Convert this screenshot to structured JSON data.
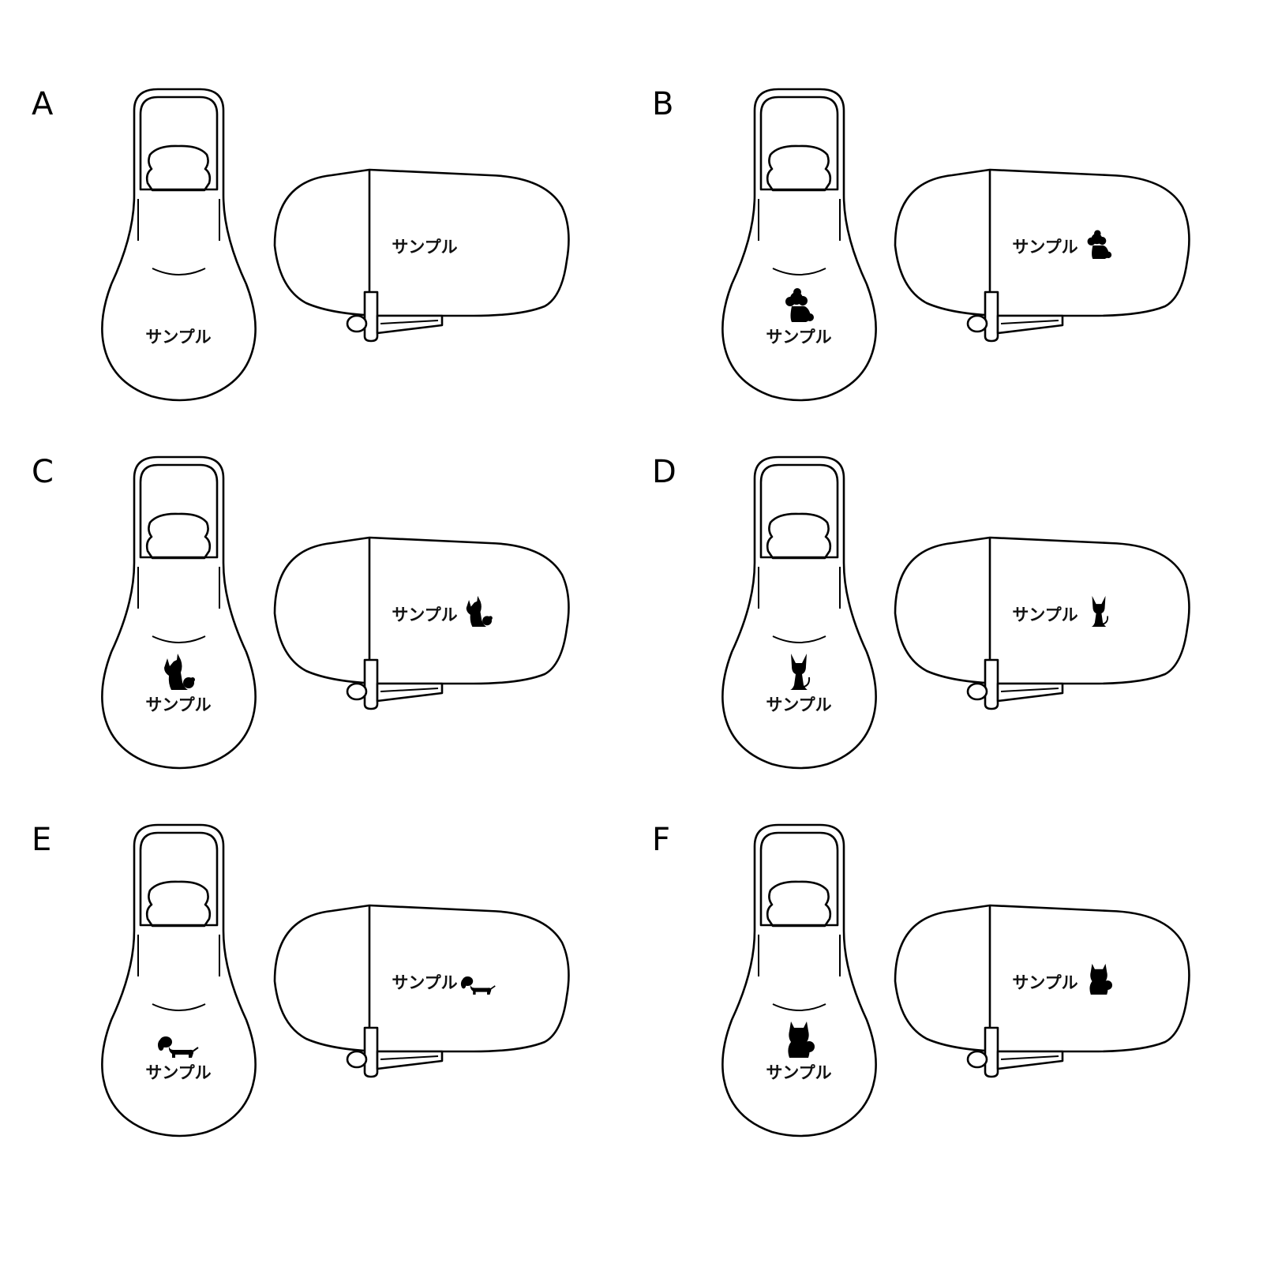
{
  "variants": [
    {
      "letter": "A",
      "label": "サンプル",
      "dog": "none"
    },
    {
      "letter": "B",
      "label": "サンプル",
      "dog": "poodle"
    },
    {
      "letter": "C",
      "label": "サンプル",
      "dog": "shiba"
    },
    {
      "letter": "D",
      "label": "サンプル",
      "dog": "chihuahua"
    },
    {
      "letter": "E",
      "label": "サンプル",
      "dog": "dachshund"
    },
    {
      "letter": "F",
      "label": "サンプル",
      "dog": "pomeranian"
    }
  ],
  "colors": {
    "line": "#000000",
    "background": "#ffffff"
  }
}
